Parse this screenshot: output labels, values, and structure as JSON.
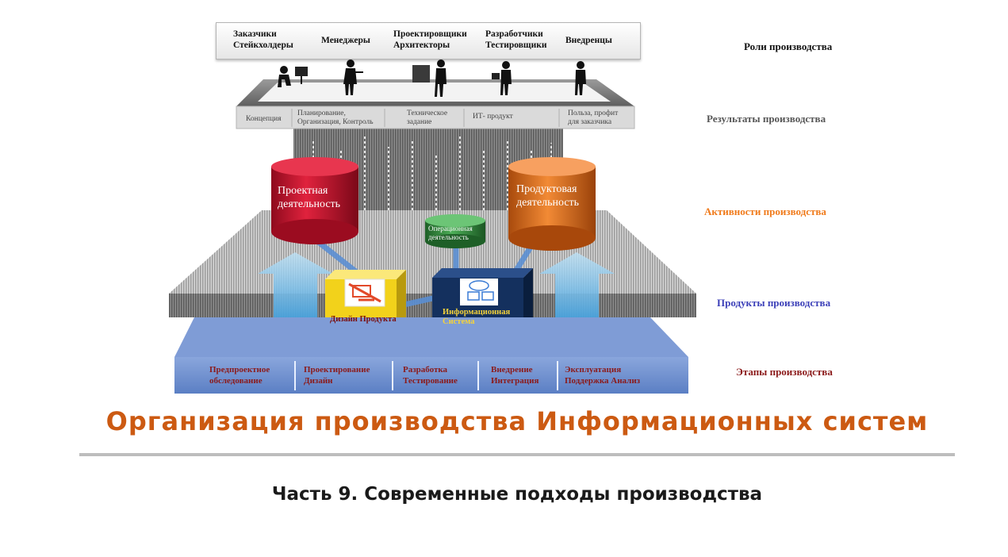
{
  "roles": [
    {
      "line1": "Заказчики",
      "line2": "Стейкхолдеры"
    },
    {
      "line1": "Менеджеры",
      "line2": ""
    },
    {
      "line1": "Проектировщики",
      "line2": "Архитекторы"
    },
    {
      "line1": "Разработчики",
      "line2": "Тестировщики"
    },
    {
      "line1": "Внедренцы",
      "line2": ""
    }
  ],
  "results": [
    {
      "line1": "Концепция",
      "line2": ""
    },
    {
      "line1": "Планирование,",
      "line2": "Организация, Контроль"
    },
    {
      "line1": "Техническое",
      "line2": "задание"
    },
    {
      "line1": "ИТ- продукт",
      "line2": ""
    },
    {
      "line1": "Польза, профит",
      "line2": "для заказчика"
    }
  ],
  "activities": {
    "project": {
      "line1": "Проектная",
      "line2": "деятельность"
    },
    "product": {
      "line1": "Продуктовая",
      "line2": "деятельность"
    },
    "operational": {
      "line1": "Операционная",
      "line2": "деятельность"
    }
  },
  "products": {
    "design": "Дизайн Продукта",
    "info_system": {
      "line1": "Информационная",
      "line2": "Система"
    }
  },
  "stages": [
    {
      "line1": "Предпроектное",
      "line2": "обследование"
    },
    {
      "line1": "Проектирование",
      "line2": "Дизайн"
    },
    {
      "line1": "Разработка",
      "line2": "Тестирование"
    },
    {
      "line1": "Внедрение",
      "line2": "Интеграция"
    },
    {
      "line1": "Эксплуатация",
      "line2": "Поддержка Анализ"
    }
  ],
  "side_labels": {
    "roles": "Роли производства",
    "results": "Результаты производства",
    "activities": "Активности производства",
    "products": "Продукты производства",
    "stages": "Этапы производства"
  },
  "colors": {
    "roles_label": "#111111",
    "results_label": "#555555",
    "activities_label": "#f07a1a",
    "products_label": "#3b3fb8",
    "stages_label": "#8b1a1a",
    "title": "#cc5a12",
    "project_cylinder": "#c8102e",
    "product_cylinder": "#e8731f",
    "operational_cylinder": "#2e8b3a",
    "design_box": "#f2d21b",
    "info_box": "#14305e",
    "stage_bar": "#5b7fc4"
  },
  "title": "Организация производства Информационных систем",
  "subtitle": "Часть 9. Современные подходы производства"
}
